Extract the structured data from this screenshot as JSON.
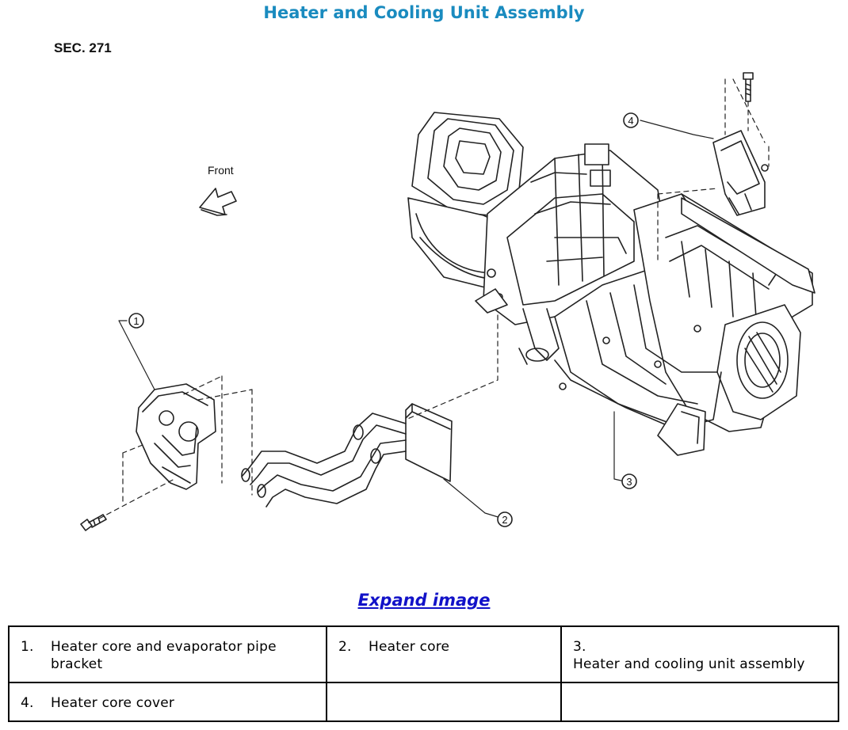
{
  "page": {
    "title": "Heater and Cooling Unit Assembly",
    "expand_link": "Expand image"
  },
  "diagram": {
    "section_label": "SEC. 271",
    "front_label": "Front",
    "callouts": [
      "1",
      "2",
      "3",
      "4"
    ]
  },
  "legend": {
    "rows": [
      [
        {
          "num": "1.",
          "text": "Heater core and evaporator pipe bracket"
        },
        {
          "num": "2.",
          "text": "Heater core"
        },
        {
          "num": "3.",
          "text": "Heater and cooling unit assembly"
        }
      ],
      [
        {
          "num": "4.",
          "text": "Heater core cover"
        },
        {
          "num": "",
          "text": ""
        },
        {
          "num": "",
          "text": ""
        }
      ]
    ]
  }
}
